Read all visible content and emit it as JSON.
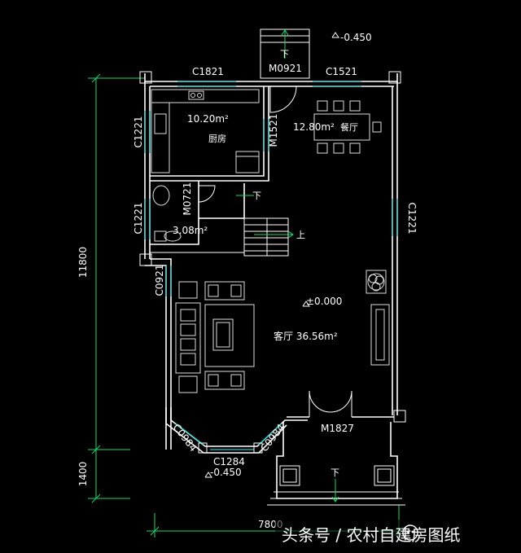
{
  "labels": {
    "kitchen_area": "10.20m²",
    "kitchen_name": "厨房",
    "dining_area": "12.80m²",
    "dining_name": "餐厅",
    "bath_area": "3.08m²",
    "living": "客厅 36.56m²",
    "level_zero": "±0.000",
    "level_top": "-0.450",
    "level_bottom": "-0.450"
  },
  "windows": {
    "c1821": "C1821",
    "c1521": "C1521",
    "c1221_kitchen": "C1221",
    "c1221_bath": "C1221",
    "c1221_right": "C1221",
    "c0921": "C0921",
    "c0984_left": "C0984",
    "c0984_right": "C0984",
    "c1284": "C1284"
  },
  "doors": {
    "m0921": "M0921",
    "m1521": "M1521",
    "m0721": "M0721",
    "m1827": "M1827"
  },
  "stairs": {
    "down_top": "下",
    "down_mid": "下",
    "up": "上",
    "down_porch": "下"
  },
  "dimensions": {
    "height_main": "11800",
    "height_porch": "1400",
    "width": "7800"
  },
  "watermark": {
    "text": "头条号 / 农村自建房图纸",
    "icon": "chat-bubble-icon"
  },
  "colors": {
    "background": "#000000",
    "walls": "#ffffff",
    "windows": "#22c8c8",
    "dimension_lines": "#22d66a"
  }
}
